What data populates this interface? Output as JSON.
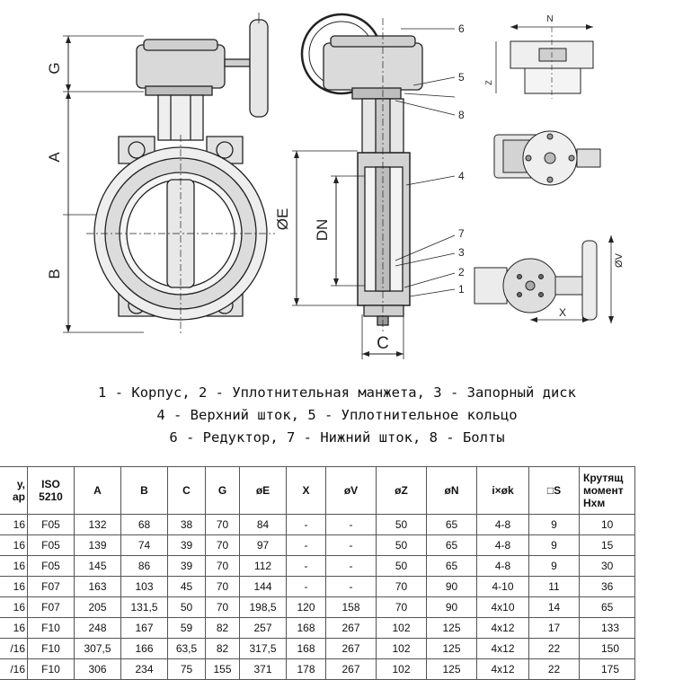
{
  "drawing": {
    "front_dims": [
      "G",
      "A",
      "B"
    ],
    "side_dims": [
      "ØE",
      "DN",
      "C"
    ],
    "callouts": [
      "6",
      "5",
      "8",
      "4",
      "7",
      "3",
      "2",
      "1"
    ],
    "top_view_dims": [
      "N",
      "Z"
    ],
    "actuator_dims": [
      "ØV",
      "X"
    ]
  },
  "legend": [
    "1 - Корпус, 2 - Уплотнительная манжета, 3 - Запорный диск",
    "4 - Верхний шток, 5 - Уплотнительное кольцо",
    "6 - Редуктор, 7 - Нижний шток, 8 - Болты"
  ],
  "table": {
    "headers": [
      "у,\nар",
      "ISO\n5210",
      "A",
      "B",
      "C",
      "G",
      "øE",
      "X",
      "øV",
      "øZ",
      "øN",
      "i×øk",
      "□S",
      "Крутящ\nмомент\nНхм"
    ],
    "rows": [
      [
        "16",
        "F05",
        "132",
        "68",
        "38",
        "70",
        "84",
        "-",
        "-",
        "50",
        "65",
        "4-8",
        "9",
        "10"
      ],
      [
        "16",
        "F05",
        "139",
        "74",
        "39",
        "70",
        "97",
        "-",
        "-",
        "50",
        "65",
        "4-8",
        "9",
        "15"
      ],
      [
        "16",
        "F05",
        "145",
        "86",
        "39",
        "70",
        "112",
        "-",
        "-",
        "50",
        "65",
        "4-8",
        "9",
        "30"
      ],
      [
        "16",
        "F07",
        "163",
        "103",
        "45",
        "70",
        "144",
        "-",
        "-",
        "70",
        "90",
        "4-10",
        "11",
        "36"
      ],
      [
        "16",
        "F07",
        "205",
        "131,5",
        "50",
        "70",
        "198,5",
        "120",
        "158",
        "70",
        "90",
        "4x10",
        "14",
        "65"
      ],
      [
        "16",
        "F10",
        "248",
        "167",
        "59",
        "82",
        "257",
        "168",
        "267",
        "102",
        "125",
        "4x12",
        "17",
        "133"
      ],
      [
        "/16",
        "F10",
        "307,5",
        "166",
        "63,5",
        "82",
        "317,5",
        "168",
        "267",
        "102",
        "125",
        "4x12",
        "22",
        "150"
      ],
      [
        "/16",
        "F10",
        "306",
        "234",
        "75",
        "155",
        "371",
        "178",
        "267",
        "102",
        "125",
        "4x12",
        "22",
        "175"
      ]
    ]
  }
}
